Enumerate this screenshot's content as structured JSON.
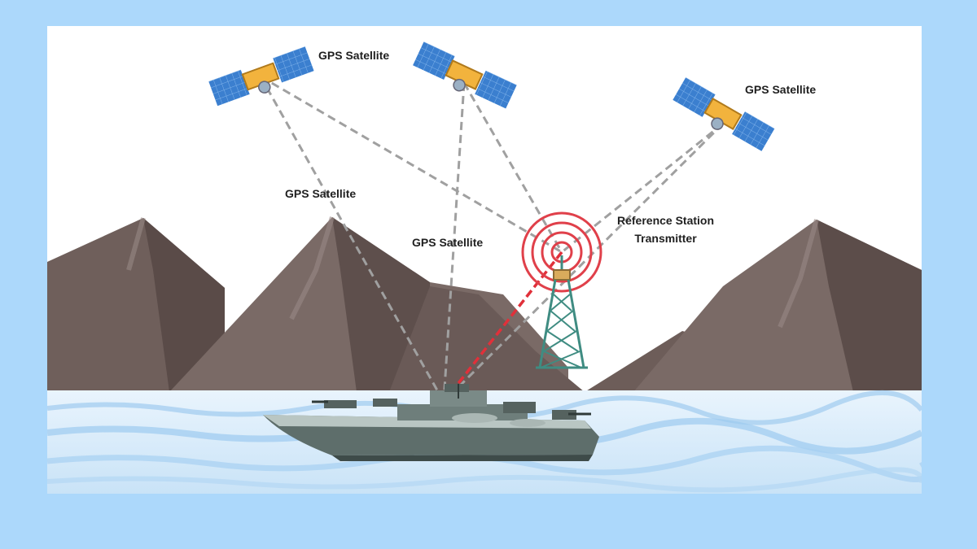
{
  "labels": {
    "sat_top_left": "GPS Satellite",
    "sat_top_right": "GPS Satellite",
    "sat_mid_left": "GPS Satellite",
    "sat_center": "GPS Satellite",
    "reference_station_line1": "Reference Station",
    "reference_station_line2": "Transmitter"
  },
  "colors": {
    "background": "#acd8fb",
    "panel": "#ffffff",
    "satellite_panel": "#3b7fcf",
    "satellite_body": "#f2b33d",
    "signal_line": "#9a9a9a",
    "correction_signal": "#e0303a",
    "tower": "#3f8c82",
    "mountain": "#6e5e5a",
    "water": "#cfe6f8",
    "boat": "#5f6f6c"
  },
  "icons": [
    "satellite-icon",
    "tower-icon",
    "signal-rings-icon",
    "boat-icon",
    "mountain-icon"
  ]
}
